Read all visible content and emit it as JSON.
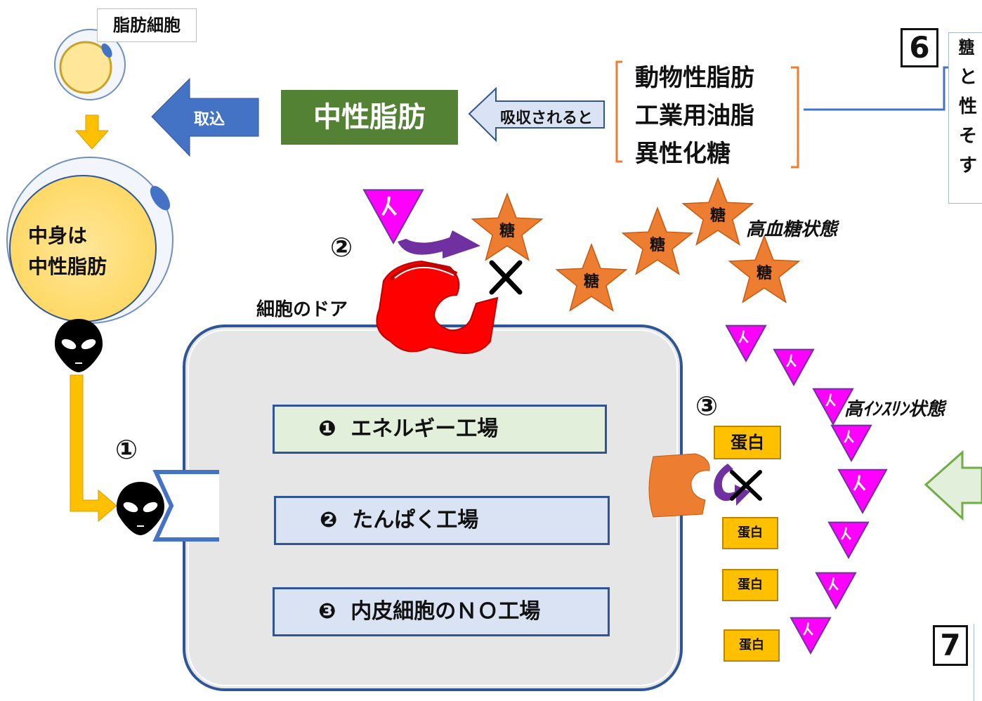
{
  "fat_cell": {
    "label": "脂肪細胞",
    "content_lines": [
      "中身は",
      "中性脂肪"
    ]
  },
  "intake_arrow": {
    "label": "取込"
  },
  "triglyceride": {
    "label": "中性脂肪"
  },
  "absorb_arrow": {
    "label": "吸収されると"
  },
  "fat_sources": [
    "動物性脂肪",
    "工業用油脂",
    "異性化糖"
  ],
  "section6": {
    "number": "6",
    "side_lines": [
      "糖",
      "と",
      "性",
      "そ",
      "す"
    ]
  },
  "section7": {
    "number": "7"
  },
  "markers": {
    "one": "①",
    "two": "②",
    "three": "③"
  },
  "door_label": "細胞のドア",
  "factories": [
    {
      "num": "❶",
      "label": "エネルギー工場"
    },
    {
      "num": "❷",
      "label": "たんぱく工場"
    },
    {
      "num": "❸",
      "label": "内皮細胞のＮＯ工場"
    }
  ],
  "sugar_label": "糖",
  "insulin_label": "イ",
  "protein_label": "蛋白",
  "states": {
    "high_sugar": "高血糖状態",
    "high_insulin": "高ｲﾝｽﾘﾝ状態"
  },
  "symbols": {
    "cross": "✕"
  },
  "colors": {
    "tg_green": "#548235",
    "arrow_blue": "#4472c4",
    "star_orange": "#ed7d31",
    "insulin_magenta": "#ff00ff",
    "door_red": "#ff0000",
    "receptor_orange": "#ed7d31",
    "purple_arrow": "#7030a0",
    "yellow_arrow": "#ffc000",
    "cell_fill": "#e7e6e6",
    "cell_border": "#2f5597",
    "green_arrow": "#e2efda"
  }
}
